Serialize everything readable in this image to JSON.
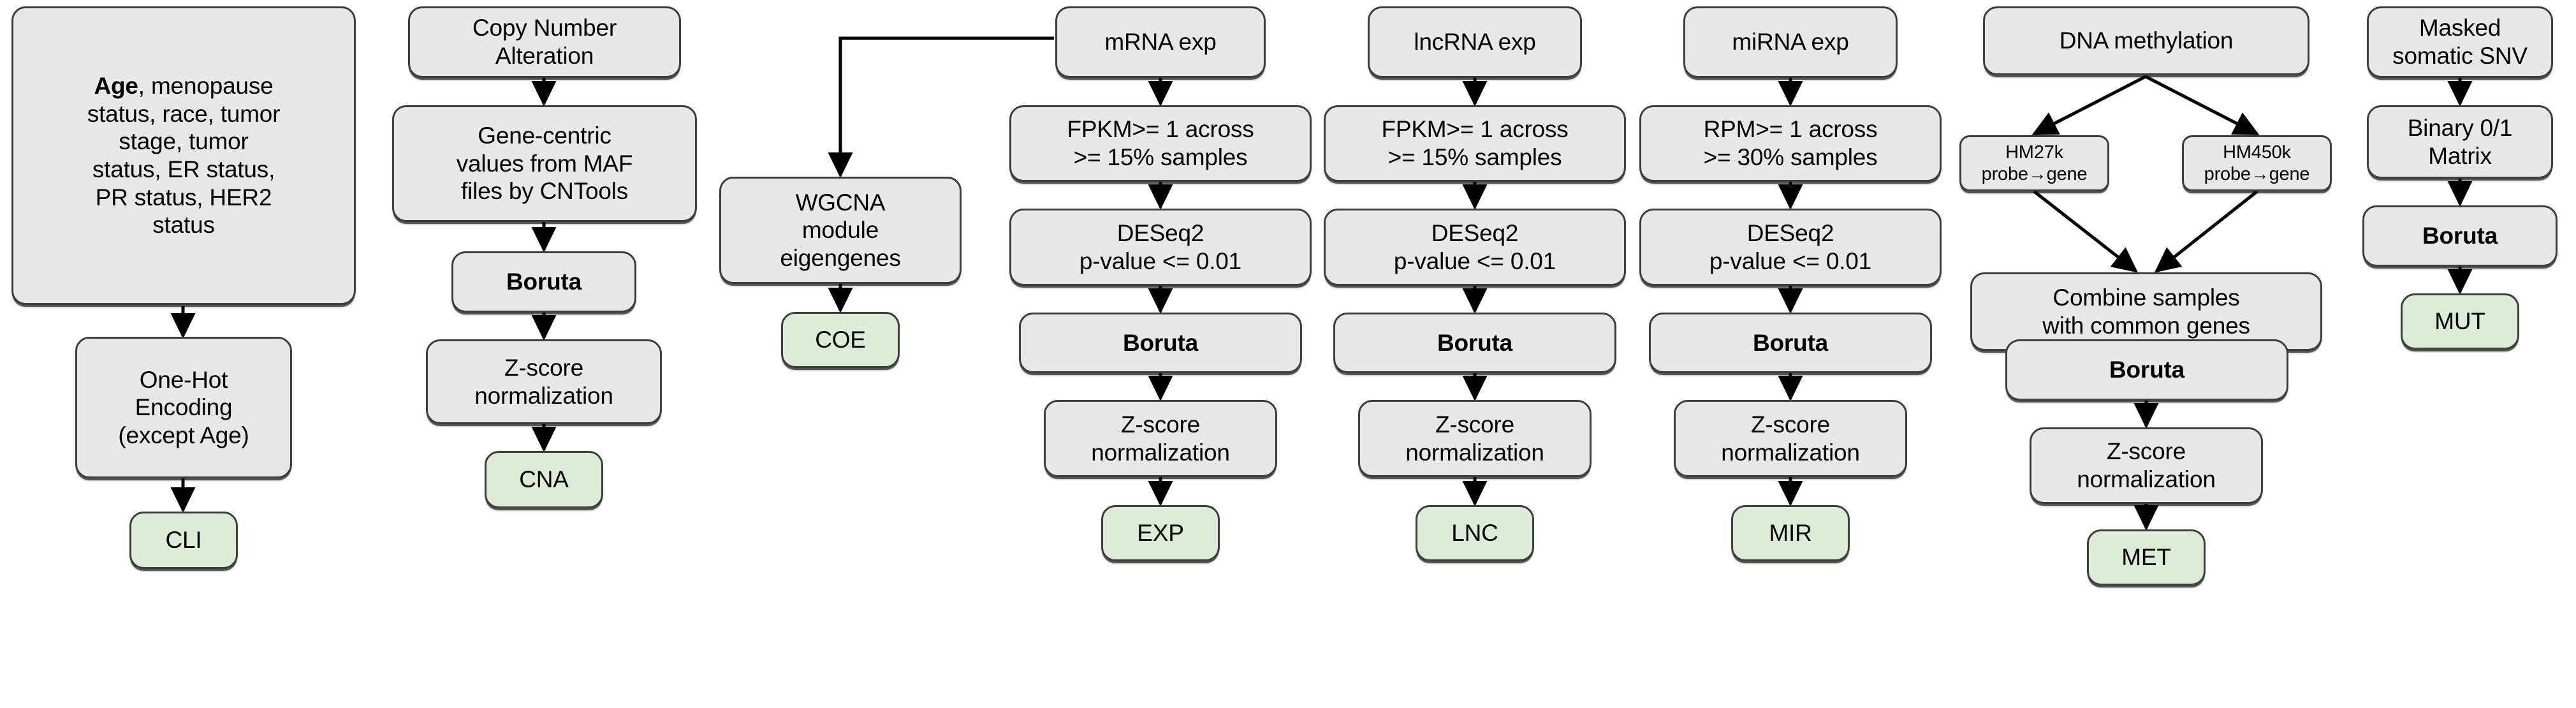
{
  "diagram": {
    "type": "flowchart",
    "description": "Multi-omics data preprocessing pipeline, seven parallel branches",
    "colors": {
      "process_fill": "#e8e8e8",
      "output_fill": "#dcecd6",
      "border": "#3d3d3d",
      "arrow": "#000000",
      "background": "#ffffff"
    },
    "columns": [
      {
        "id": "clinical",
        "nodes": [
          {
            "id": "cli-src",
            "label": "Age, menopause\nstatus, race, tumor\nstage, tumor\nstatus, ER status,\nPR status, HER2\nstatus",
            "kind": "process",
            "bold_lead": "Age"
          },
          {
            "id": "cli-onehot",
            "label": "One-Hot\nEncoding\n(except Age)",
            "kind": "process"
          },
          {
            "id": "cli-out",
            "label": "CLI",
            "kind": "output"
          }
        ]
      },
      {
        "id": "cna",
        "nodes": [
          {
            "id": "cna-src",
            "label": "Copy Number\nAlteration",
            "kind": "process"
          },
          {
            "id": "cna-genecentric",
            "label": "Gene-centric\nvalues from MAF\nfiles by CNTools",
            "kind": "process"
          },
          {
            "id": "cna-boruta",
            "label": "Boruta",
            "kind": "process",
            "bold": true
          },
          {
            "id": "cna-zscore",
            "label": "Z-score\nnormalization",
            "kind": "process"
          },
          {
            "id": "cna-out",
            "label": "CNA",
            "kind": "output"
          }
        ]
      },
      {
        "id": "coexpression",
        "nodes": [
          {
            "id": "coe-wgcna",
            "label": "WGCNA\nmodule\neigengenes",
            "kind": "process"
          },
          {
            "id": "coe-out",
            "label": "COE",
            "kind": "output"
          }
        ]
      },
      {
        "id": "mrna",
        "nodes": [
          {
            "id": "exp-src",
            "label": "mRNA exp",
            "kind": "process"
          },
          {
            "id": "exp-filter",
            "label": "FPKM>= 1 across\n>= 15% samples",
            "kind": "process"
          },
          {
            "id": "exp-deseq",
            "label": "DESeq2\np-value <= 0.01",
            "kind": "process"
          },
          {
            "id": "exp-boruta",
            "label": "Boruta",
            "kind": "process",
            "bold": true
          },
          {
            "id": "exp-zscore",
            "label": "Z-score\nnormalization",
            "kind": "process"
          },
          {
            "id": "exp-out",
            "label": "EXP",
            "kind": "output"
          }
        ]
      },
      {
        "id": "lncrna",
        "nodes": [
          {
            "id": "lnc-src",
            "label": "lncRNA exp",
            "kind": "process"
          },
          {
            "id": "lnc-filter",
            "label": "FPKM>= 1 across\n>= 15% samples",
            "kind": "process"
          },
          {
            "id": "lnc-deseq",
            "label": "DESeq2\np-value <= 0.01",
            "kind": "process"
          },
          {
            "id": "lnc-boruta",
            "label": "Boruta",
            "kind": "process",
            "bold": true
          },
          {
            "id": "lnc-zscore",
            "label": "Z-score\nnormalization",
            "kind": "process"
          },
          {
            "id": "lnc-out",
            "label": "LNC",
            "kind": "output"
          }
        ]
      },
      {
        "id": "mirna",
        "nodes": [
          {
            "id": "mir-src",
            "label": "miRNA exp",
            "kind": "process"
          },
          {
            "id": "mir-filter",
            "label": "RPM>= 1 across\n>= 30% samples",
            "kind": "process"
          },
          {
            "id": "mir-deseq",
            "label": "DESeq2\np-value <= 0.01",
            "kind": "process"
          },
          {
            "id": "mir-boruta",
            "label": "Boruta",
            "kind": "process",
            "bold": true
          },
          {
            "id": "mir-zscore",
            "label": "Z-score\nnormalization",
            "kind": "process"
          },
          {
            "id": "mir-out",
            "label": "MIR",
            "kind": "output"
          }
        ]
      },
      {
        "id": "methylation",
        "nodes": [
          {
            "id": "met-src",
            "label": "DNA methylation",
            "kind": "process"
          },
          {
            "id": "met-hm27k",
            "label": "HM27k\nprobe→gene",
            "kind": "process",
            "small": true
          },
          {
            "id": "met-hm450k",
            "label": "HM450k\nprobe→gene",
            "kind": "process",
            "small": true
          },
          {
            "id": "met-combine",
            "label": "Combine samples\nwith common genes",
            "kind": "process"
          },
          {
            "id": "met-boruta",
            "label": "Boruta",
            "kind": "process",
            "bold": true
          },
          {
            "id": "met-zscore",
            "label": "Z-score\nnormalization",
            "kind": "process"
          },
          {
            "id": "met-out",
            "label": "MET",
            "kind": "output"
          }
        ]
      },
      {
        "id": "mutation",
        "nodes": [
          {
            "id": "mut-src",
            "label": "Masked\nsomatic SNV",
            "kind": "process"
          },
          {
            "id": "mut-binary",
            "label": "Binary 0/1\nMatrix",
            "kind": "process"
          },
          {
            "id": "mut-boruta",
            "label": "Boruta",
            "kind": "process",
            "bold": true
          },
          {
            "id": "mut-out",
            "label": "MUT",
            "kind": "output"
          }
        ]
      }
    ],
    "labels": {
      "cli_source_bold": "Age",
      "cli_source_rest": ", menopause\nstatus, race, tumor\nstage, tumor\nstatus, ER status,\nPR status, HER2\nstatus",
      "cli_onehot": "One-Hot\nEncoding\n(except Age)",
      "cli_out": "CLI",
      "cna_src": "Copy Number\nAlteration",
      "cna_genecentric": "Gene-centric\nvalues from MAF\nfiles by CNTools",
      "cna_boruta": "Boruta",
      "cna_zscore": "Z-score\nnormalization",
      "cna_out": "CNA",
      "coe_wgcna": "WGCNA\nmodule\neigengenes",
      "coe_out": "COE",
      "exp_src": "mRNA exp",
      "exp_filter": "FPKM>= 1 across\n>= 15% samples",
      "exp_deseq": "DESeq2\np-value <= 0.01",
      "exp_boruta": "Boruta",
      "exp_zscore": "Z-score\nnormalization",
      "exp_out": "EXP",
      "lnc_src": "lncRNA exp",
      "lnc_filter": "FPKM>= 1 across\n>= 15% samples",
      "lnc_deseq": "DESeq2\np-value <= 0.01",
      "lnc_boruta": "Boruta",
      "lnc_zscore": "Z-score\nnormalization",
      "lnc_out": "LNC",
      "mir_src": "miRNA exp",
      "mir_filter": "RPM>= 1 across\n>= 30% samples",
      "mir_deseq": "DESeq2\np-value <= 0.01",
      "mir_boruta": "Boruta",
      "mir_zscore": "Z-score\nnormalization",
      "mir_out": "MIR",
      "met_src": "DNA methylation",
      "met_hm27k": "HM27k\nprobe→gene",
      "met_hm450k": "HM450k\nprobe→gene",
      "met_combine": "Combine samples\nwith common genes",
      "met_boruta": "Boruta",
      "met_zscore": "Z-score\nnormalization",
      "met_out": "MET",
      "mut_src": "Masked\nsomatic SNV",
      "mut_binary": "Binary 0/1\nMatrix",
      "mut_boruta": "Boruta",
      "mut_out": "MUT"
    }
  }
}
